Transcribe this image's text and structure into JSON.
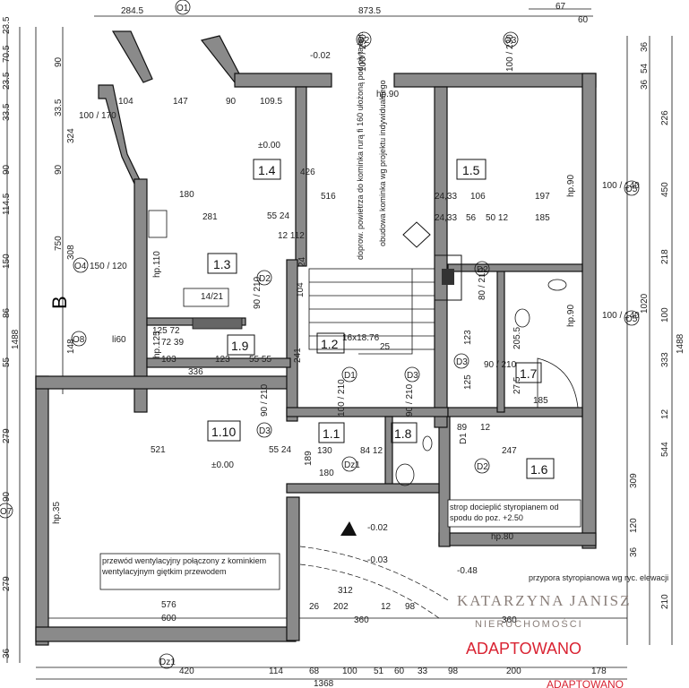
{
  "rooms": [
    {
      "id": "1.1",
      "label": "1.1"
    },
    {
      "id": "1.2",
      "label": "1.2"
    },
    {
      "id": "1.3",
      "label": "1.3"
    },
    {
      "id": "1.4",
      "label": "1.4"
    },
    {
      "id": "1.5",
      "label": "1.5"
    },
    {
      "id": "1.6",
      "label": "1.6"
    },
    {
      "id": "1.7",
      "label": "1.7"
    },
    {
      "id": "1.8",
      "label": "1.8"
    },
    {
      "id": "1.9",
      "label": "1.9"
    },
    {
      "id": "1.10",
      "label": "1.10"
    }
  ],
  "levels": {
    "l_0_00_a": "±0.00",
    "l_0_00_b": "±0.00",
    "l_m002_top": "-0.02",
    "l_m002_entry": "-0.02",
    "l_m003": "-0.03",
    "l_m048": "-0.48",
    "l_250": "+2.50"
  },
  "dims_top": {
    "d2845": "284.5",
    "d8735": "873.5",
    "d67": "67",
    "d60": "60",
    "d104": "104",
    "d147": "147",
    "d90": "90",
    "d1095": "109.5",
    "d180": "180",
    "d516": "516",
    "d281": "281",
    "d426": "426",
    "d2433a": "24,33",
    "d106": "106",
    "d197": "197",
    "d2433b": "24,33",
    "d56": "56",
    "d5012": "50 12",
    "d185": "185",
    "d5524": "55 24",
    "d12112": "12 112"
  },
  "dims_left": {
    "d235a": "23.5",
    "d90a": "90",
    "d705": "70.5",
    "d235b": "23.5",
    "d335": "33.5",
    "d90b": "90",
    "d335b": "33.5",
    "d1145": "114.5",
    "d90c": "90",
    "d150": "150",
    "d86": "86",
    "d55": "55",
    "d279": "279",
    "d90d": "90",
    "d279b": "279",
    "d36": "36",
    "d750": "750",
    "d324": "324",
    "d308": "308",
    "d148": "148",
    "d1488": "1488"
  },
  "dims_right": {
    "d36a": "36",
    "d54": "54",
    "d36b": "36",
    "d226": "226",
    "d450": "450",
    "d218": "218",
    "d100": "100",
    "d333": "333",
    "d1020": "1020",
    "d12": "12",
    "d544": "544",
    "d309": "309",
    "d120": "120",
    "d36c": "36",
    "d210": "210",
    "d1488r": "1488"
  },
  "dims_bottom": {
    "d420": "420",
    "d114": "114",
    "d68": "68",
    "d100": "100",
    "d51": "51",
    "d60": "60",
    "d33": "33",
    "d98": "98",
    "d200": "200",
    "d178": "178",
    "d1368": "1368",
    "d576": "576",
    "d600": "600",
    "d360a": "360",
    "d360b": "360",
    "d202": "202",
    "d12": "12",
    "d98b": "98",
    "d26": "26"
  },
  "dims_inner": {
    "d336": "336",
    "d103": "103",
    "d123": "123",
    "d5555": "55 55",
    "d521": "521",
    "d241": "241",
    "d5524b": "55 24",
    "d130": "130",
    "d8412": "84 12",
    "d189": "189",
    "d180b": "180",
    "d247": "247",
    "d89": "89",
    "d12b": "12",
    "d125": "125",
    "d185b": "185",
    "d2055": "205.5",
    "d275": "27.5",
    "d123b": "123",
    "d16x18": "16x18.76",
    "d25": "25",
    "d312": "312",
    "d7234": "72 39",
    "d12572": "125 72",
    "d104b": "104",
    "d24": "24"
  },
  "door_marks": {
    "D1": "D1",
    "D1b": "D1",
    "D2": "D2",
    "D2b": "D2",
    "D2c": "D2",
    "D3": "D3",
    "D3b": "D3",
    "D3c": "D3",
    "Dz1": "Dz1",
    "Dz1b": "Dz1",
    "d90_210a": "90 / 210",
    "d100_210": "100 / 210",
    "d90_210b": "90 / 210",
    "d80_210": "80 / 210",
    "d90_210c": "90 / 210",
    "d90_210d": "90 / 210"
  },
  "window_marks": {
    "O1": "O1",
    "O2": "O2",
    "O3": "O3",
    "O4": "O4",
    "O5": "O5",
    "O5b": "O5",
    "O7": "O7",
    "O8": "O8",
    "w100_230a": "100 / 230",
    "w100_230b": "100 / 230",
    "w100_140a": "100 / 140",
    "w100_140b": "100 / 140",
    "w150_120": "150 / 120",
    "w100_170": "100 / 170",
    "hp90a": "hp.90",
    "hp90b": "hp.90",
    "hp90c": "hp.90",
    "hp110": "hp.110",
    "hp125": "hp.125",
    "hp35": "hp.35",
    "hp80": "hp.80",
    "li60": "li60"
  },
  "notes": {
    "chimney": "doprow. powietrza do kominka rurą fi 160 ułożoną pod płytą bet.",
    "chimney2": "obudowa kominka wg projektu indywidualnego",
    "vent": "przewód wentylacyjny połączony z kominkiem wentylacyjnym giętkim przewodem",
    "ceiling": "strop docieplić styropianem od spodu do poz.",
    "cornice": "przypora styropianowa wg ryc. elewacji",
    "stair": "14/21",
    "north": "B"
  },
  "watermark": {
    "brand": "KATARZYNA JANISZ",
    "sub": "NIERUCHOMOŚCI",
    "stamp": "ADAPTOWANO",
    "stamp_bottom": "ADAPTOWANO"
  },
  "colors": {
    "wall": "#8a8a8a",
    "line": "#111111",
    "stamp": "#d92332",
    "brand": "#8a7f7a"
  }
}
